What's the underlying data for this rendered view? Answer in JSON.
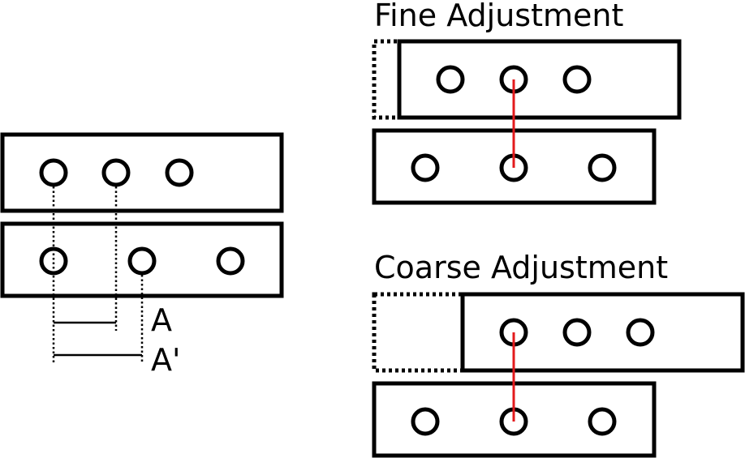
{
  "panels": {
    "fine": {
      "title": "Fine Adjustment"
    },
    "coarse": {
      "title": "Coarse Adjustment"
    }
  },
  "measure": {
    "a_label": "A",
    "a_prime_label": "A'"
  },
  "colors": {
    "outline": "#000000",
    "alignment_line": "#e31a1c",
    "background": "#ffffff"
  }
}
